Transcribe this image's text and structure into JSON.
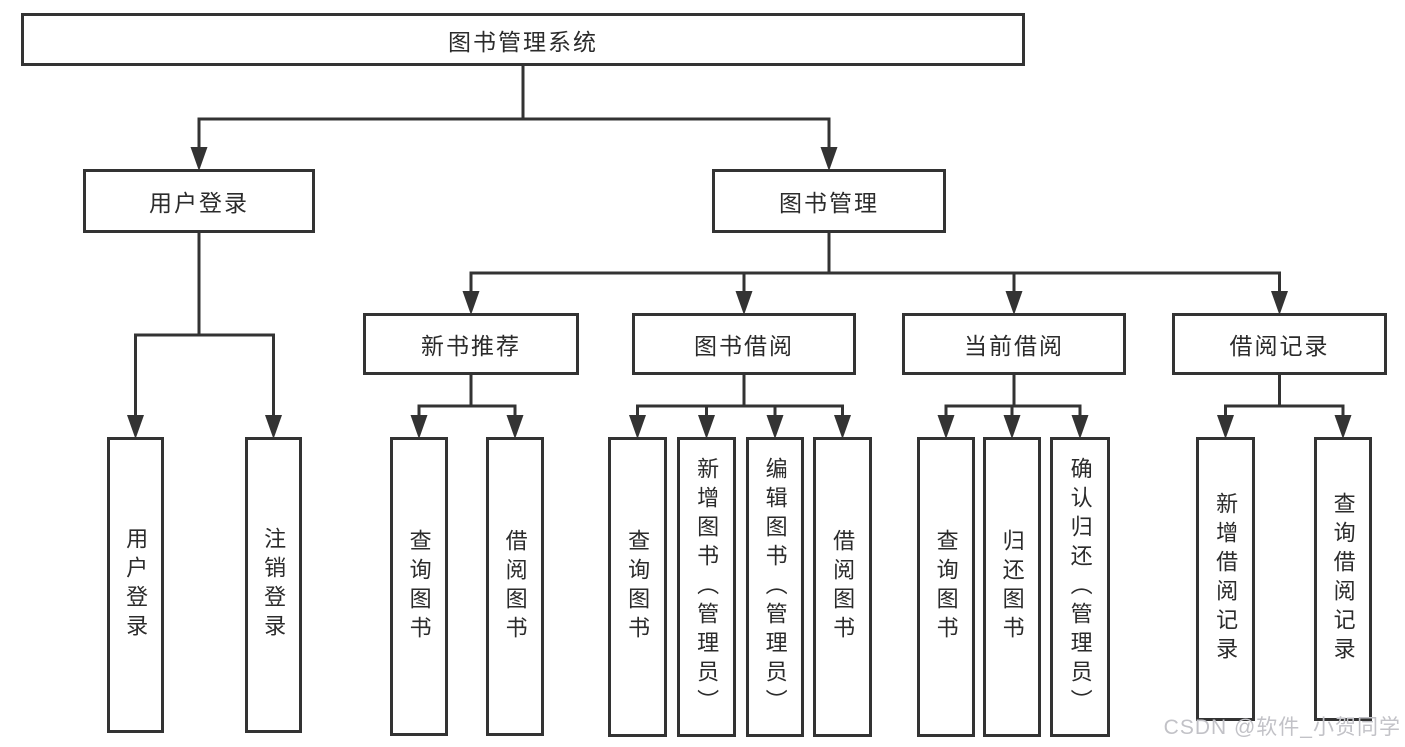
{
  "diagram": {
    "title": "图书管理系统",
    "nodes": [
      {
        "id": "root",
        "label": "图书管理系统"
      },
      {
        "id": "user-login",
        "label": "用户登录"
      },
      {
        "id": "book-mgmt",
        "label": "图书管理"
      },
      {
        "id": "new-book-rec",
        "label": "新书推荐"
      },
      {
        "id": "book-borrow",
        "label": "图书借阅"
      },
      {
        "id": "current-borrow",
        "label": "当前借阅"
      },
      {
        "id": "borrow-records",
        "label": "借阅记录"
      },
      {
        "id": "leaf-user-login",
        "label": "用户登录"
      },
      {
        "id": "leaf-logout",
        "label": "注销登录"
      },
      {
        "id": "leaf-nbr-query-books",
        "label": "查询图书"
      },
      {
        "id": "leaf-nbr-borrow-books",
        "label": "借阅图书"
      },
      {
        "id": "leaf-bb-query-books",
        "label": "查询图书"
      },
      {
        "id": "leaf-bb-add-books",
        "label": "新增图书（管理员）"
      },
      {
        "id": "leaf-bb-edit-books",
        "label": "编辑图书（管理员）"
      },
      {
        "id": "leaf-bb-borrow-books",
        "label": "借阅图书"
      },
      {
        "id": "leaf-cb-query-books",
        "label": "查询图书"
      },
      {
        "id": "leaf-cb-return-books",
        "label": "归还图书"
      },
      {
        "id": "leaf-cb-confirm-return",
        "label": "确认归还（管理员）"
      },
      {
        "id": "leaf-br-add-record",
        "label": "新增借阅记录"
      },
      {
        "id": "leaf-br-query-record",
        "label": "查询借阅记录"
      }
    ],
    "edges": [
      {
        "from": "root",
        "to": [
          "user-login",
          "book-mgmt"
        ]
      },
      {
        "from": "user-login",
        "to": [
          "leaf-user-login",
          "leaf-logout"
        ]
      },
      {
        "from": "book-mgmt",
        "to": [
          "new-book-rec",
          "book-borrow",
          "current-borrow",
          "borrow-records"
        ]
      },
      {
        "from": "new-book-rec",
        "to": [
          "leaf-nbr-query-books",
          "leaf-nbr-borrow-books"
        ]
      },
      {
        "from": "book-borrow",
        "to": [
          "leaf-bb-query-books",
          "leaf-bb-add-books",
          "leaf-bb-edit-books",
          "leaf-bb-borrow-books"
        ]
      },
      {
        "from": "current-borrow",
        "to": [
          "leaf-cb-query-books",
          "leaf-cb-return-books",
          "leaf-cb-confirm-return"
        ]
      },
      {
        "from": "borrow-records",
        "to": [
          "leaf-br-add-record",
          "leaf-br-query-record"
        ]
      }
    ]
  },
  "watermark": {
    "text": "CSDN @软件_小贺同学"
  },
  "colors": {
    "line": "#333333",
    "box_border": "#333333",
    "text": "#2b2b2b",
    "watermark": "#c2c2c7",
    "background": "#ffffff"
  }
}
